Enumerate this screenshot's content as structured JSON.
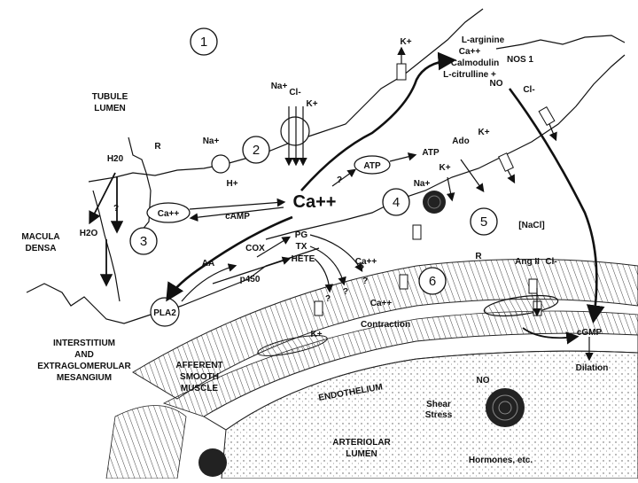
{
  "regions": {
    "tubule_lumen": "TUBULE\nLUMEN",
    "macula_densa": "MACULA\nDENSA",
    "interstitium": "INTERSTITIUM\nAND\nEXTRAGLOMERULAR\nMESANGIUM",
    "afferent_smooth_muscle": "AFFERENT\nSMOOTH\nMUSCLE",
    "endothelium": "ENDOTHELIUM",
    "arteriolar_lumen": "ARTERIOLAR\nLUMEN"
  },
  "step_numbers": [
    "1",
    "2",
    "3",
    "4",
    "5",
    "6"
  ],
  "labels": {
    "ca_center": "Ca++",
    "ca_cell": "Ca++",
    "ca_smooth": "Ca++",
    "ca_contraction": "Ca++",
    "camp": "cAMP",
    "cox": "COX",
    "p450": "p450",
    "pg": "PG",
    "tx": "TX",
    "hete": "HETE",
    "aa": "AA",
    "pla2": "PLA2",
    "atp_oval": "ATP",
    "atp": "ATP",
    "ado": "Ado",
    "nacl": "[NaCl]",
    "ang2": "Ang II",
    "contraction": "Contraction",
    "cgmp": "cGMP",
    "dilation": "Dilation",
    "no_endo": "NO",
    "no_top": "NO",
    "shear_stress": "Shear\nStress",
    "hormones": "Hormones, etc.",
    "l_arginine": "L-arginine",
    "ca_nos": "Ca++",
    "calmodulin": "Calmodulin",
    "l_citrulline": "L-citrulline +",
    "nos1": "NOS 1",
    "h2o_top": "H20",
    "h2o_left": "H2O",
    "r_top": "R",
    "r_bottom": "R",
    "q1": "?",
    "q2": "?",
    "q3": "?",
    "q4": "?",
    "q5": "?",
    "q6": "?",
    "na_plus_1": "Na+",
    "h_plus": "H+",
    "na_plus_2": "Na+",
    "na_plus_3": "Na+",
    "cl_minus_1": "Cl-",
    "cl_minus_2": "Cl-",
    "cl_minus_3": "Cl-",
    "k_plus_1": "K+",
    "k_plus_2": "K+",
    "k_plus_3": "K+",
    "k_plus_4": "K+",
    "k_plus_5": "K+"
  }
}
